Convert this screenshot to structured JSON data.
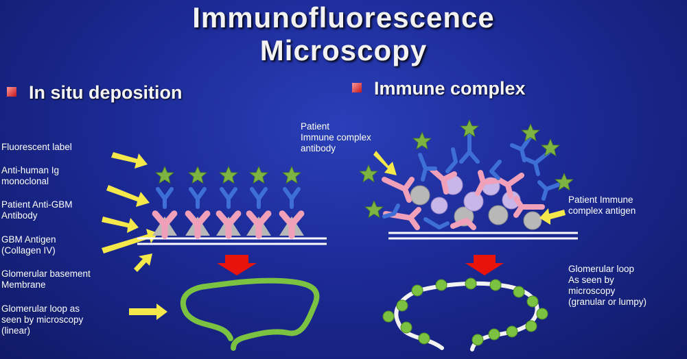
{
  "title_line1": "Immunofluorescence",
  "title_line2": "Microscopy",
  "left": {
    "bullet": "In situ deposition",
    "labels": {
      "fluorescent_label": "Fluorescent label",
      "anti_human": "Anti-human Ig\n monoclonal",
      "patient_anti_gbm": "Patient Anti-GBM\nAntibody",
      "gbm_antigen": "GBM Antigen\n(Collagen IV)",
      "basement_membrane": "Glomerular basement\nMembrane",
      "loop_linear": "Glomerular loop as\nseen by microscopy\n(linear)"
    }
  },
  "right": {
    "bullet": "Immune complex",
    "labels": {
      "patient_ic_antibody": "Patient\nImmune complex\n antibody",
      "patient_ic_antigen": "Patient Immune\ncomplex antigen",
      "loop_granular": "Glomerular loop\nAs seen by\nmicroscopy\n(granular or lumpy)"
    }
  },
  "colors": {
    "background": "#1c2a96",
    "star": "#7cb342",
    "antibody_blue": "#3d6fd6",
    "antibody_pink": "#f0a0b8",
    "antigen_gray": "#b8b8b8",
    "arrow_yellow": "#f5e84a",
    "arrow_red": "#e8140c",
    "loop_green": "#7cc242",
    "membrane": "#ffffff"
  }
}
